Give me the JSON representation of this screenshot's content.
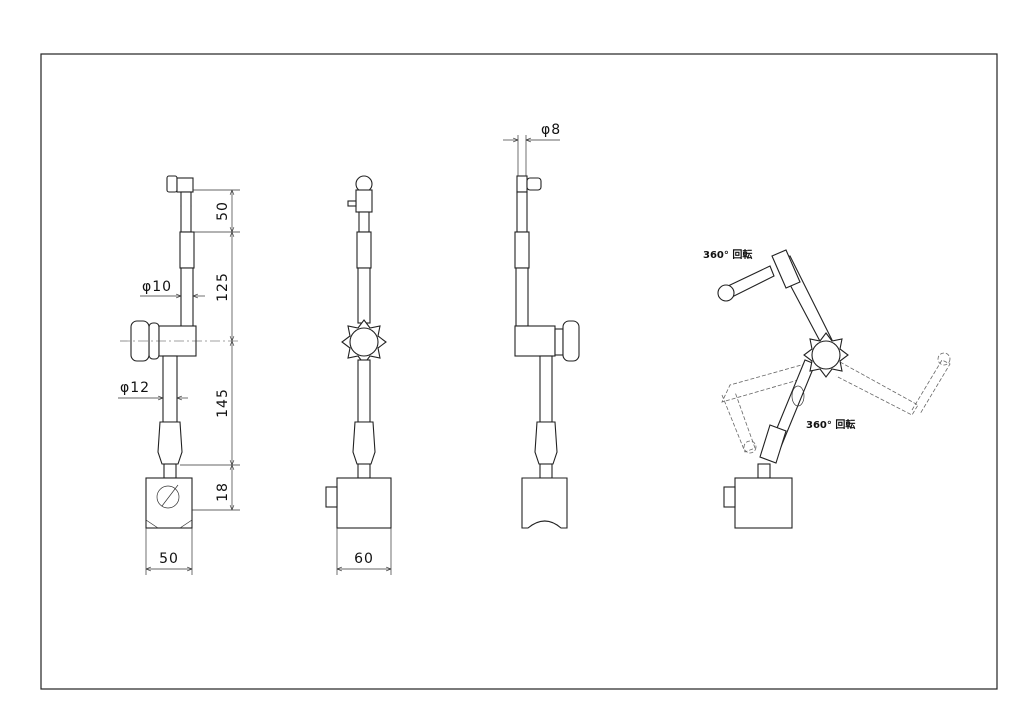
{
  "drawing": {
    "front_view": {
      "dims_vertical": [
        "50",
        "125",
        "145",
        "18"
      ],
      "dia_upper": "φ10",
      "dia_lower": "φ12",
      "base_width": "50"
    },
    "side_view": {
      "base_width": "60"
    },
    "rear_view": {
      "dia_tip": "φ8"
    },
    "motion_view": {
      "rotation_top": "360° 回転",
      "rotation_bottom": "360° 回転"
    }
  }
}
